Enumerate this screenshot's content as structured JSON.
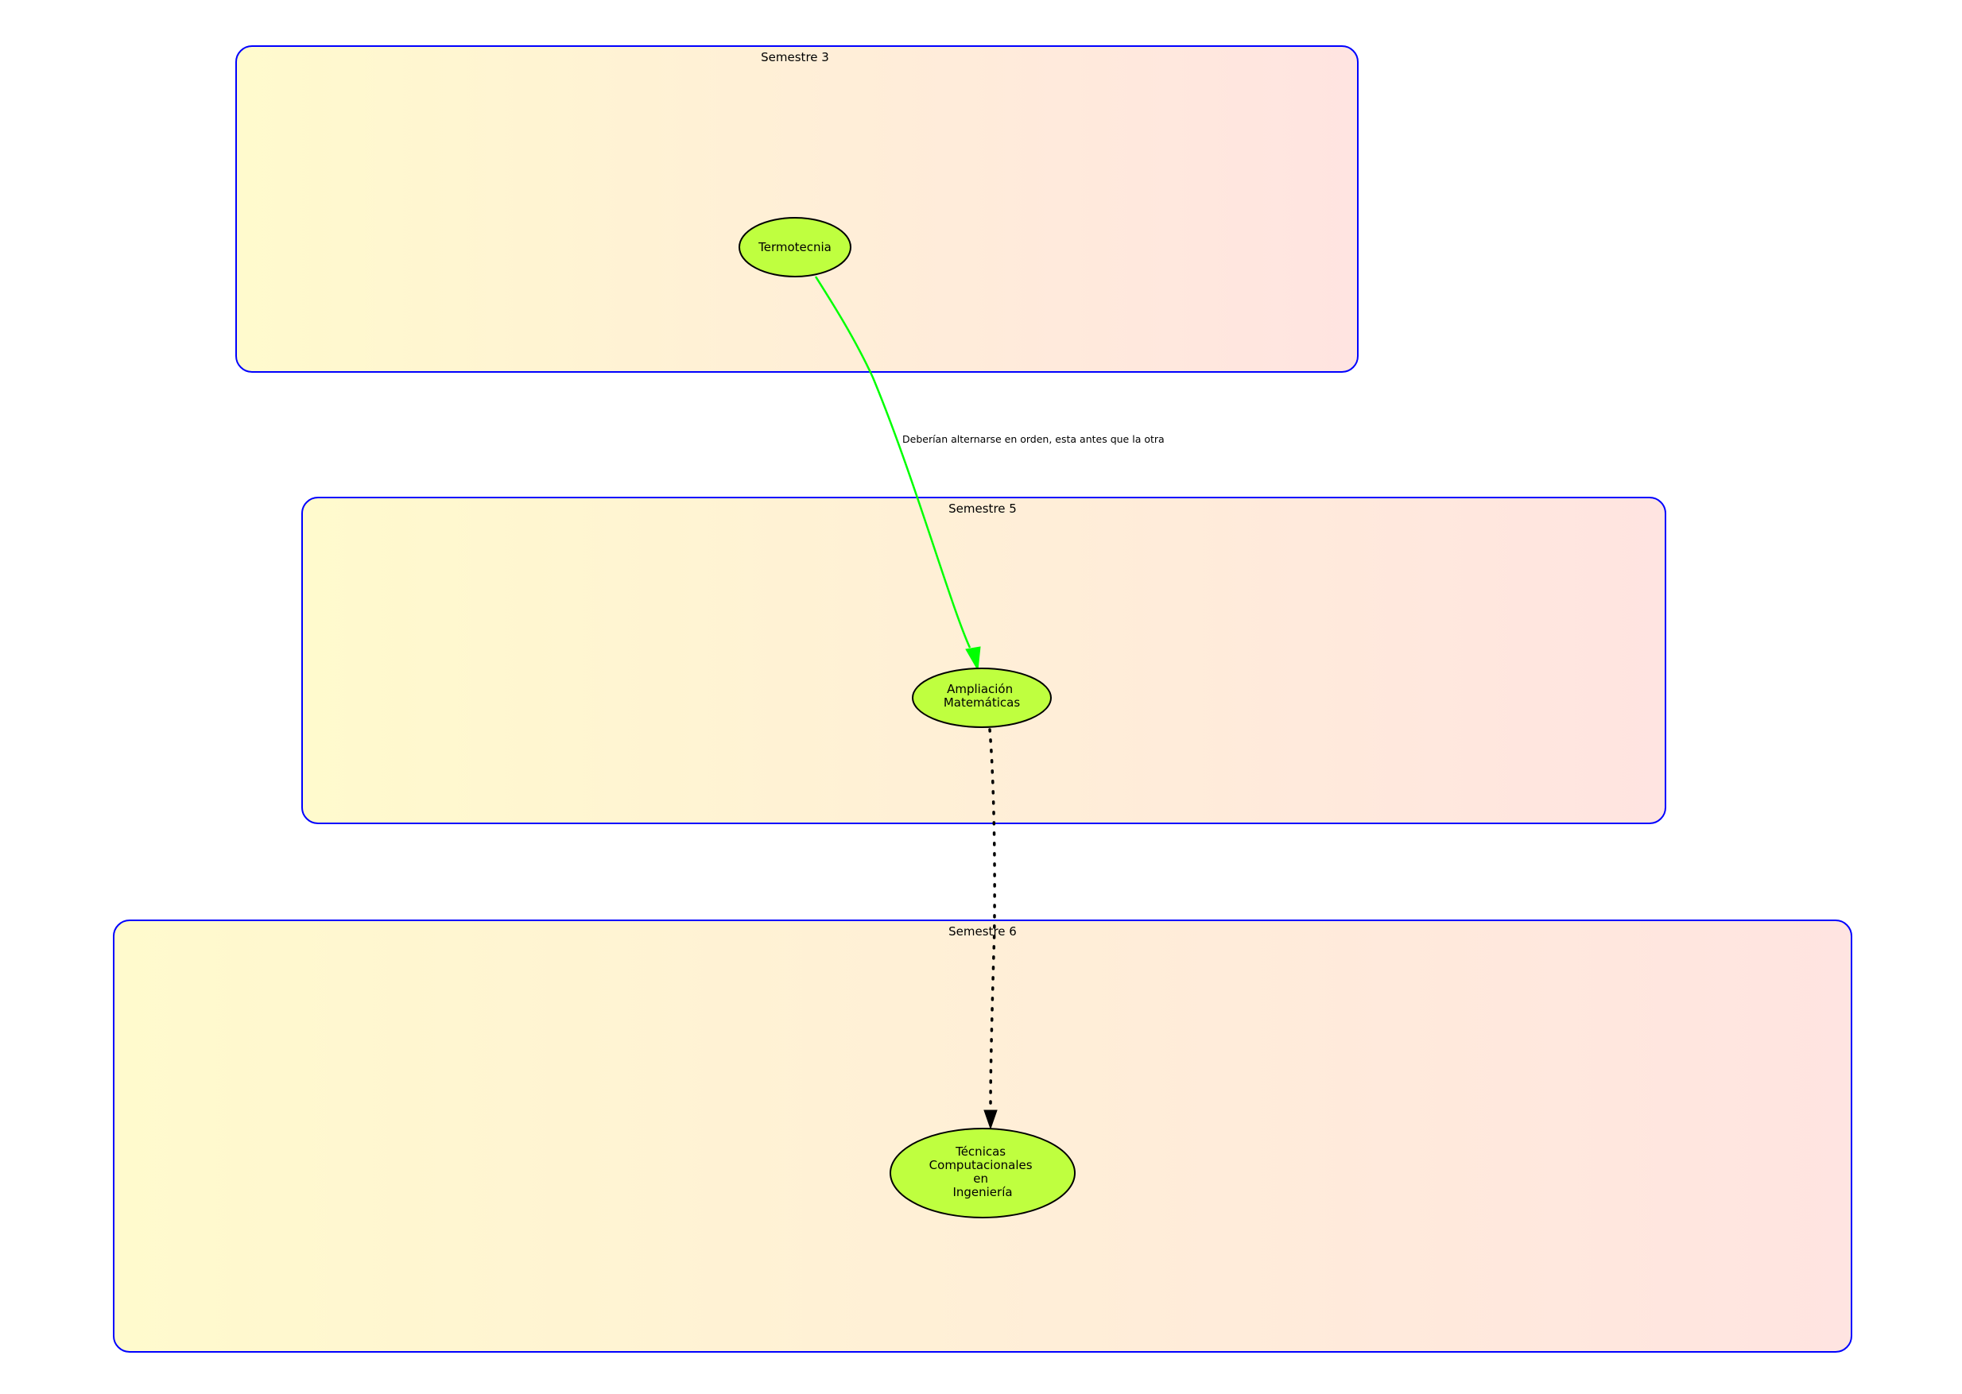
{
  "colors": {
    "cluster_border": "#0000ff",
    "cluster_gradient_start": "#fffacd",
    "cluster_gradient_end": "#ffe4e1",
    "node_fill": "#bfff3f",
    "node_stroke": "#000000",
    "edge_green": "#00ff00",
    "edge_black": "#000000"
  },
  "clusters": [
    {
      "id": "semestre-3",
      "label": "Semestre 3"
    },
    {
      "id": "semestre-5",
      "label": "Semestre 5"
    },
    {
      "id": "semestre-6",
      "label": "Semestre 6"
    }
  ],
  "nodes": [
    {
      "id": "termotecnia",
      "lines": [
        "Termotecnia"
      ]
    },
    {
      "id": "ampliacion",
      "lines": [
        "Ampliación",
        "Matemáticas"
      ]
    },
    {
      "id": "tecnicas",
      "lines": [
        "Técnicas",
        "Computacionales",
        "en",
        "Ingeniería"
      ]
    }
  ],
  "edges": [
    {
      "id": "termotecnia-ampliacion",
      "from": "termotecnia",
      "to": "ampliacion",
      "style": "solid",
      "label": "Deberían alternarse en orden, esta antes que la otra"
    },
    {
      "id": "ampliacion-tecnicas",
      "from": "ampliacion",
      "to": "tecnicas",
      "style": "dotted",
      "label": ""
    }
  ]
}
